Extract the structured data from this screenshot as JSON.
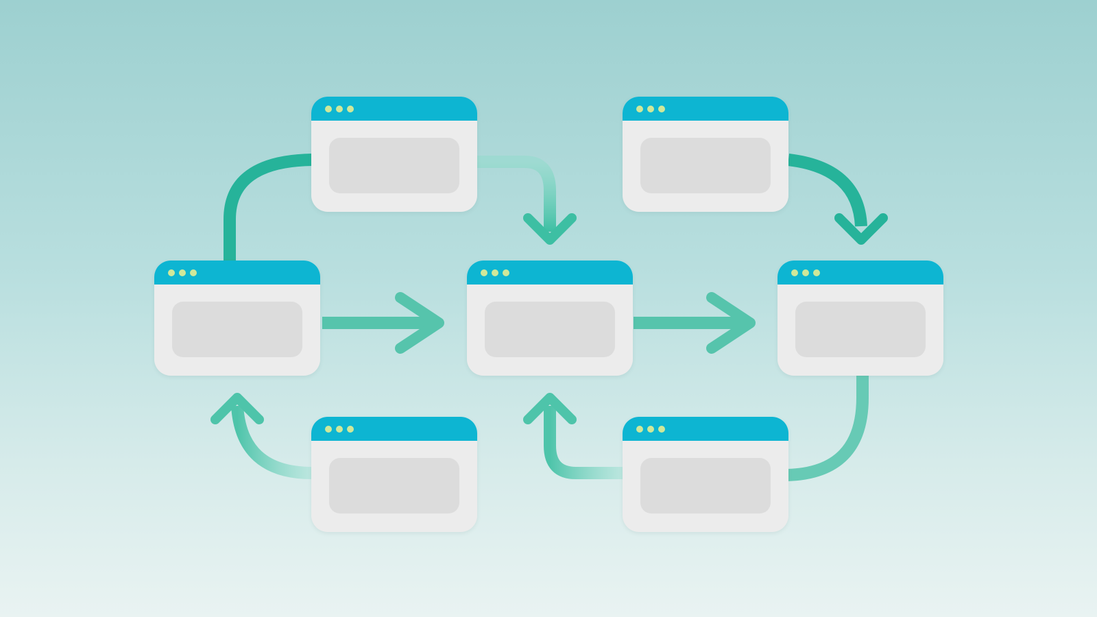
{
  "diagram": {
    "nodes": [
      {
        "id": "top-left"
      },
      {
        "id": "top-right"
      },
      {
        "id": "middle-left"
      },
      {
        "id": "center"
      },
      {
        "id": "middle-right"
      },
      {
        "id": "bottom-left"
      },
      {
        "id": "bottom-right"
      }
    ],
    "edges": [
      {
        "from": "middle-left",
        "to": "top-left"
      },
      {
        "from": "top-left",
        "to": "center"
      },
      {
        "from": "middle-left",
        "to": "center"
      },
      {
        "from": "center",
        "to": "middle-right"
      },
      {
        "from": "top-right",
        "to": "middle-right"
      },
      {
        "from": "middle-right",
        "to": "bottom-right"
      },
      {
        "from": "bottom-right",
        "to": "center"
      },
      {
        "from": "bottom-left",
        "to": "middle-left"
      }
    ]
  },
  "colors": {
    "titlebar": "#0db5d2",
    "window_dots": "#cfe89a",
    "window_body": "#ececec",
    "content_block": "#dcdcdc",
    "arrow": "#3dbfa3"
  }
}
